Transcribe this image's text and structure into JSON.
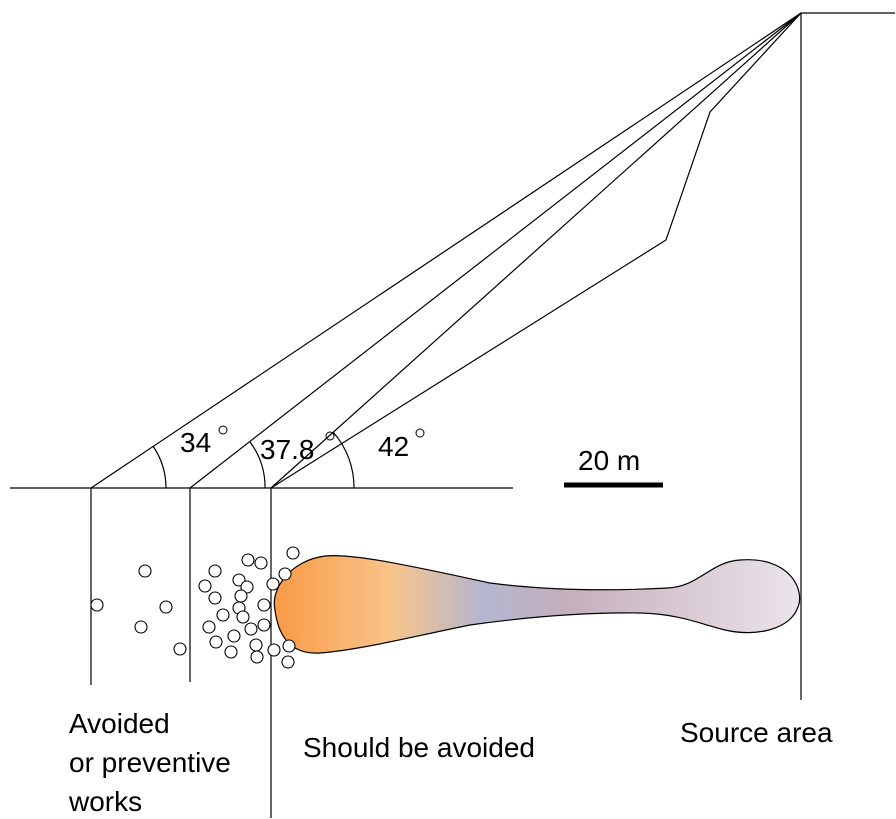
{
  "angles": {
    "a1": "34",
    "a2": "37.8",
    "a3": "42"
  },
  "scale_bar": {
    "label": "20 m"
  },
  "zones": {
    "source": "Source area",
    "avoid": "Should be avoided",
    "preventive_line1": "Avoided",
    "preventive_line2": "or preventive",
    "preventive_line3": "works"
  },
  "colors": {
    "deposit_start": "#f79a45",
    "deposit_mid": "#f9c48a",
    "deposit_blue": "#b3b6d0",
    "deposit_end": "#ebe4ea"
  }
}
